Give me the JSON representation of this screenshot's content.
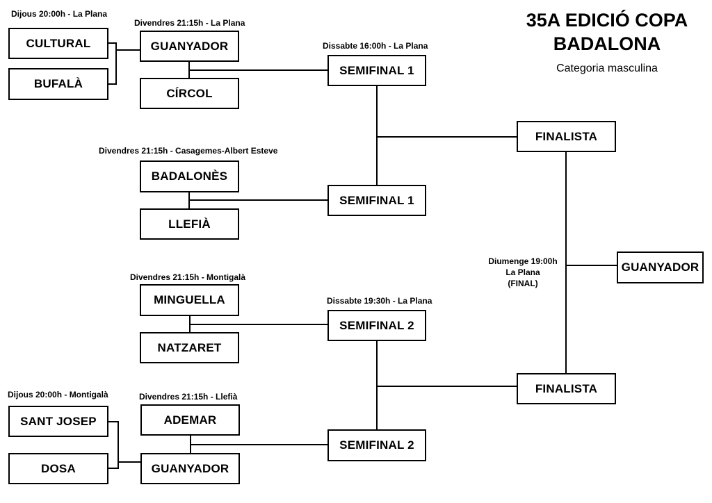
{
  "header": {
    "title_line1": "35A EDICIÓ COPA",
    "title_line2": "BADALONA",
    "subtitle": "Categoria masculina"
  },
  "round1": {
    "top": {
      "schedule": "Dijous 20:00h - La Plana",
      "team_a": "CULTURAL",
      "team_b": "BUFALÀ"
    },
    "bottom": {
      "schedule": "Dijous 20:00h - Montigalà",
      "team_a": "SANT JOSEP",
      "team_b": "DOSA"
    }
  },
  "quarterfinals": [
    {
      "schedule": "Divendres 21:15h - La Plana",
      "team_a": "GUANYADOR",
      "team_b": "CÍRCOL"
    },
    {
      "schedule": "Divendres 21:15h - Casagemes-Albert Esteve",
      "team_a": "BADALONÈS",
      "team_b": "LLEFIÀ"
    },
    {
      "schedule": "Divendres 21:15h - Montigalà",
      "team_a": "MINGUELLA",
      "team_b": "NATZARET"
    },
    {
      "schedule": "Divendres 21:15h - Llefià",
      "team_a": "ADEMAR",
      "team_b": "GUANYADOR"
    }
  ],
  "semifinals": {
    "first": {
      "schedule": "Dissabte 16:00h - La Plana",
      "slot_a": "SEMIFINAL 1",
      "slot_b": "SEMIFINAL 1"
    },
    "second": {
      "schedule": "Dissabte 19:30h - La Plana",
      "slot_a": "SEMIFINAL 2",
      "slot_b": "SEMIFINAL 2"
    }
  },
  "final": {
    "finalist_a": "FINALISTA",
    "finalist_b": "FINALISTA",
    "schedule_line1": "Diumenge 19:00h",
    "schedule_line2": "La Plana",
    "schedule_line3": "(FINAL)",
    "winner": "GUANYADOR"
  },
  "colors": {
    "background": "#ffffff",
    "ink": "#000000"
  }
}
